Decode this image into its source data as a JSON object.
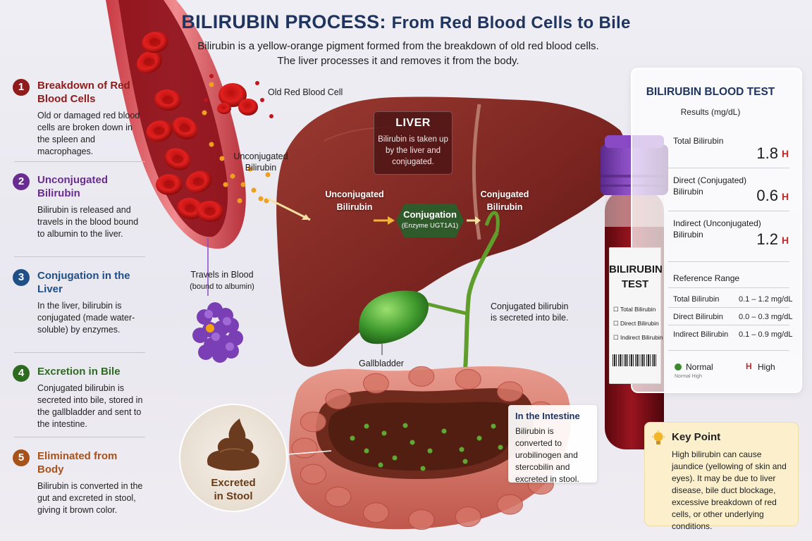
{
  "header": {
    "title_main": "BILIRUBIN PROCESS:",
    "title_sub": "From Red Blood Cells to Bile",
    "intro_line1": "Bilirubin is a yellow-orange pigment formed from the breakdown of old red blood cells.",
    "intro_line2": "The liver processes it and removes it from the body."
  },
  "steps": [
    {
      "number": "1",
      "title": "Breakdown of Red Blood Cells",
      "description": "Old or damaged red blood cells are broken down in the spleen and macrophages.",
      "color": "#8e1c1c"
    },
    {
      "number": "2",
      "title": "Unconjugated Bilirubin",
      "description": "Bilirubin is released and travels in the blood bound to albumin to the liver.",
      "color": "#6b2c91"
    },
    {
      "number": "3",
      "title": "Conjugation in the Liver",
      "description": "In the liver, bilirubin is conjugated (made water-soluble) by enzymes.",
      "color": "#1f4f86"
    },
    {
      "number": "4",
      "title": "Excretion in Bile",
      "description": "Conjugated bilirubin is secreted into bile, stored in the gallbladder and sent to the intestine.",
      "color": "#2e6b21"
    },
    {
      "number": "5",
      "title": "Eliminated from Body",
      "description": "Bilirubin is converted in the gut and excreted in stool, giving it brown color.",
      "color": "#a8521b"
    }
  ],
  "diagram": {
    "old_rbc": "Old Red Blood Cell",
    "unconj_vessel": "Unconjugated\nBilirubin",
    "travels_blood": "Travels in Blood",
    "bound_albumin": "(bound to albumin)",
    "liver_title": "LIVER",
    "liver_desc": "Bilirubin is taken up by the liver and conjugated.",
    "unconj_liver": "Unconjugated\nBilirubin",
    "conjugation": "Conjugation",
    "enzyme": "(Enzyme UGT1A1)",
    "conj_liver": "Conjugated\nBilirubin",
    "bile_secreted": "Conjugated bilirubin\nis secreted into bile.",
    "gallbladder": "Gallbladder",
    "intestine_title": "In the Intestine",
    "intestine_desc": "Bilirubin is converted to urobilinogen and stercobilin and excreted in stool.",
    "stool_label": "Excreted\nin Stool"
  },
  "test_panel": {
    "title": "BILIRUBIN BLOOD TEST",
    "units": "Results (mg/dL)",
    "results": [
      {
        "label": "Total Bilirubin",
        "value": "1.8",
        "flag": "H"
      },
      {
        "label": "Direct (Conjugated)\nBilirubin",
        "value": "0.6",
        "flag": "H"
      },
      {
        "label": "Indirect (Unconjugated)\nBilirubin",
        "value": "1.2",
        "flag": "H"
      }
    ],
    "reference_title": "Reference Range",
    "reference": [
      {
        "name": "Total Bilirubin",
        "range": "0.1 – 1.2 mg/dL"
      },
      {
        "name": "Direct Bilirubin",
        "range": "0.0 – 0.3 mg/dL"
      },
      {
        "name": "Indirect Bilirubin",
        "range": "0.1 – 0.9 mg/dL"
      }
    ],
    "legend_normal": "Normal",
    "legend_high_symbol": "H",
    "legend_high": "High",
    "legend_small": "Normal High"
  },
  "tube": {
    "label_title": "BILIRUBIN\nTEST",
    "checks": [
      "☐ Total Bilirubin",
      "☐ Direct Bilirubin",
      "☐ Indirect Bilirubin"
    ],
    "cap_color": "#7a3fb4",
    "blood_color": "#7d0d14"
  },
  "key_point": {
    "title": "Key Point",
    "text": "High bilirubin can cause jaundice (yellowing of skin and eyes). It may be due to liver disease, bile duct blockage, excessive breakdown of red cells, or other underlying conditions."
  },
  "colors": {
    "title": "#1f3560",
    "liver": "#7a2420",
    "bilirubin_dot": "#f0a020",
    "conjugated_dot": "#5fa833",
    "high_flag": "#c62828"
  }
}
